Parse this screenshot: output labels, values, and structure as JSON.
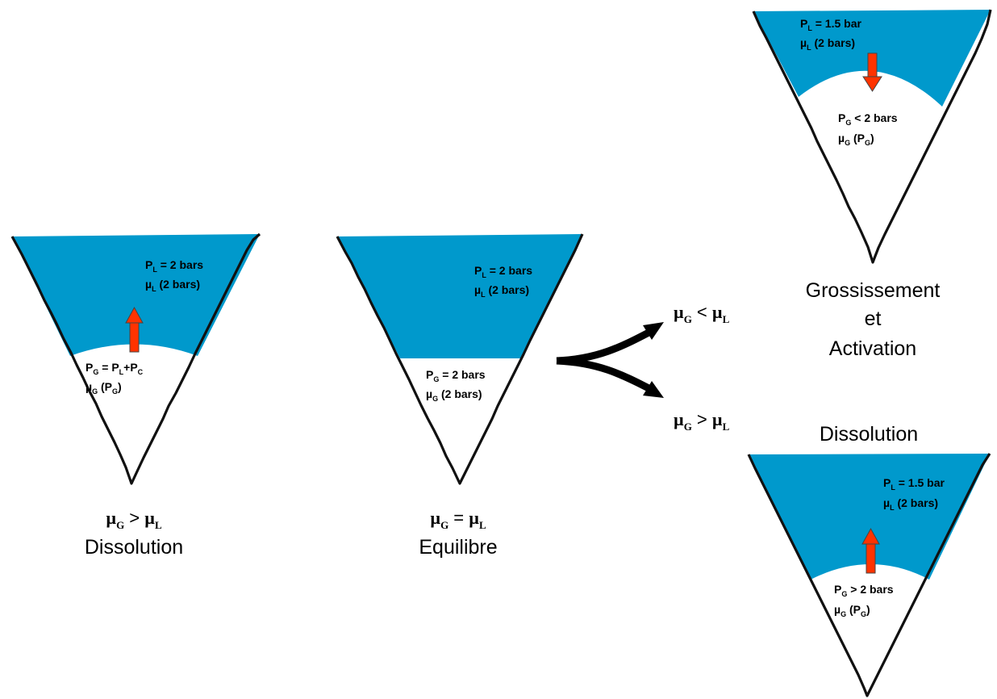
{
  "colors": {
    "liquid": "#0099cc",
    "arrow": "#ff3300",
    "arrow_outline": "#444444",
    "edge": "#111111"
  },
  "cones": {
    "left": {
      "pl": {
        "p": "P",
        "sub": "L",
        "rest": " = 2 bars"
      },
      "mul": {
        "mu": "µ",
        "sub": "L",
        "rest": " (2 bars)"
      },
      "pg": {
        "p": "P",
        "s1": "G",
        "m1": " = P",
        "s2": "L",
        "m2": "+P",
        "s3": "C"
      },
      "mug": {
        "mu": "µ",
        "sub": "G",
        "mid": " (P",
        "sub2": "G",
        "end": ")"
      },
      "arrow_direction": "up",
      "caption": {
        "mu1": "µ",
        "sub1": "G",
        "op": " > ",
        "mu2": "µ",
        "sub2": "L",
        "word": "Dissolution"
      }
    },
    "middle": {
      "pl": {
        "p": "P",
        "sub": "L",
        "rest": " = 2 bars"
      },
      "mul": {
        "mu": "µ",
        "sub": "L",
        "rest": " (2 bars)"
      },
      "pg": {
        "p": "P",
        "sub": "G",
        "rest": " = 2 bars"
      },
      "mug": {
        "mu": "µ",
        "sub": "G",
        "rest": " (2 bars)"
      },
      "caption": {
        "mu1": "µ",
        "sub1": "G",
        "op": " = ",
        "mu2": "µ",
        "sub2": "L",
        "word": "Equilibre"
      }
    },
    "top_right": {
      "pl": {
        "p": "P",
        "sub": "L",
        "rest": " = 1.5 bar"
      },
      "mul": {
        "mu": "µ",
        "sub": "L",
        "rest": " (2 bars)"
      },
      "pg": {
        "p": "P",
        "sub": "G",
        "rest": " < 2  bars"
      },
      "mug": {
        "mu": "µ",
        "sub": "G",
        "mid": " (P",
        "sub2": "G",
        "end": ")"
      },
      "arrow_direction": "down",
      "caption_lines": [
        "Grossissement",
        "et",
        "Activation"
      ]
    },
    "bottom_right": {
      "pl": {
        "p": "P",
        "sub": "L",
        "rest": " = 1.5 bar"
      },
      "mul": {
        "mu": "µ",
        "sub": "L",
        "rest": " (2 bars)"
      },
      "pg": {
        "p": "P",
        "sub": "G",
        "rest": " > 2  bars"
      },
      "mug": {
        "mu": "µ",
        "sub": "G",
        "mid": " (P",
        "sub2": "G",
        "end": ")"
      },
      "arrow_direction": "up",
      "caption": "Dissolution"
    }
  },
  "branches": {
    "upper": {
      "mu1": "µ",
      "sub1": "G",
      "op": " < ",
      "mu2": "µ",
      "sub2": "L"
    },
    "lower": {
      "mu1": "µ",
      "sub1": "G",
      "op": " > ",
      "mu2": "µ",
      "sub2": "L"
    }
  }
}
